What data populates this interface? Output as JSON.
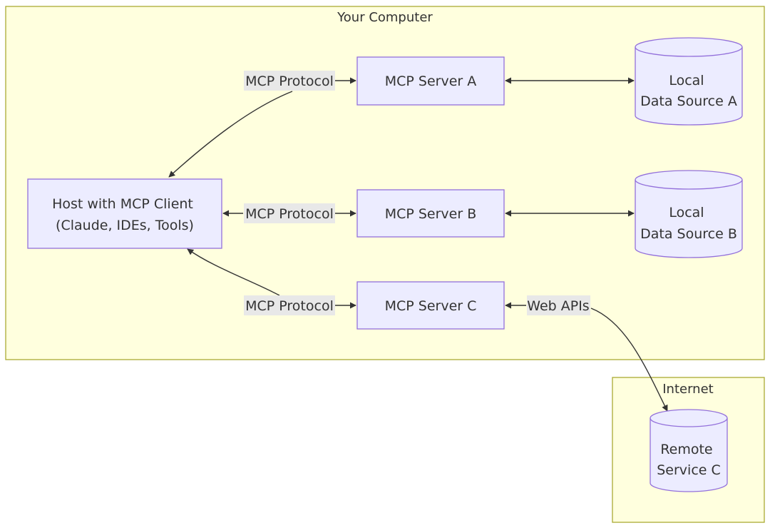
{
  "clusters": {
    "computer": {
      "label": "Your Computer"
    },
    "internet": {
      "label": "Internet"
    }
  },
  "nodes": {
    "host": {
      "lines": [
        "Host with MCP Client",
        "(Claude, IDEs, Tools)"
      ]
    },
    "server_a": {
      "lines": [
        "MCP Server A"
      ]
    },
    "server_b": {
      "lines": [
        "MCP Server B"
      ]
    },
    "server_c": {
      "lines": [
        "MCP Server C"
      ]
    },
    "data_a": {
      "lines": [
        "Local",
        "Data Source A"
      ]
    },
    "data_b": {
      "lines": [
        "Local",
        "Data Source B"
      ]
    },
    "remote_c": {
      "lines": [
        "Remote",
        "Service C"
      ]
    }
  },
  "edge_labels": {
    "host_server_a": "MCP Protocol",
    "host_server_b": "MCP Protocol",
    "host_server_c": "MCP Protocol",
    "server_c_remote": "Web APIs"
  },
  "colors": {
    "cluster_fill": "#ffffde",
    "cluster_stroke": "#aaaa33",
    "node_fill": "#ececff",
    "node_stroke": "#9370db",
    "edge": "#333333",
    "edge_label_bg": "#e8e8e8",
    "text": "#333333"
  }
}
